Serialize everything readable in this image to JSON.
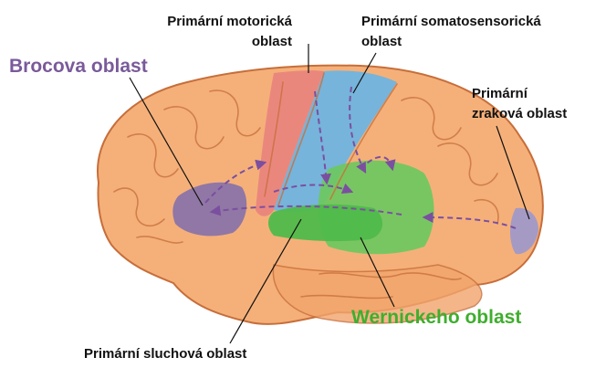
{
  "labels": {
    "motor": {
      "line1": "Primární motorická",
      "line2": "oblast"
    },
    "somatosensory": {
      "line1": "Primární somatosensorická",
      "line2": "oblast"
    },
    "broca": "Brocova oblast",
    "visual": {
      "line1": "Primární",
      "line2": "zraková oblast"
    },
    "wernicke": "Wernickeho oblast",
    "auditory": "Primární sluchová oblast"
  },
  "colors": {
    "brain": "#f5b079",
    "brain_outline": "#c76e3a",
    "motor_area": "#e8837e",
    "somatosensory_area": "#6fb4e0",
    "broca_area": "#8a74a8",
    "visual_area": "#a59ac4",
    "wernicke_area": "#6cc860",
    "auditory_area": "#4fbb4b",
    "arrows": "#7b4fa0",
    "broca_text": "#7a5a9a",
    "wernicke_text": "#3fae2e"
  }
}
